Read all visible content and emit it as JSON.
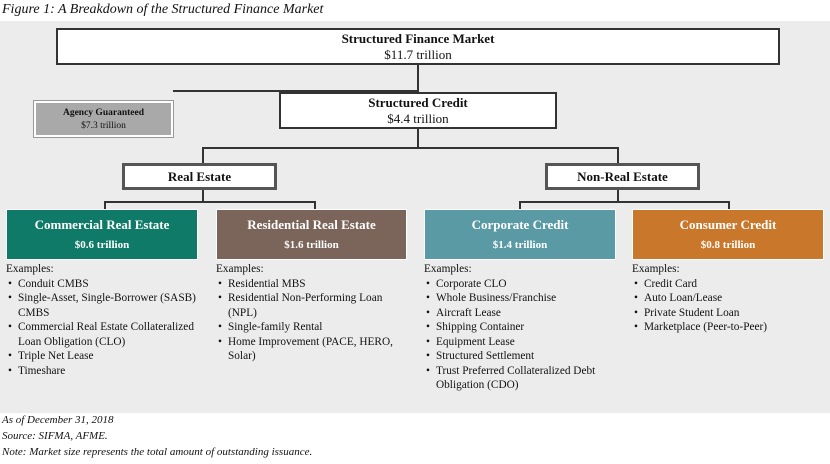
{
  "figure_title": "Figure 1: A Breakdown of the Structured Finance Market",
  "top": {
    "title": "Structured Finance Market",
    "value": "$11.7 trillion"
  },
  "agency": {
    "title": "Agency Guaranteed",
    "value": "$7.3 trillion"
  },
  "structured_credit": {
    "title": "Structured Credit",
    "value": "$4.4 trillion"
  },
  "categories": {
    "real_estate": "Real Estate",
    "non_real_estate": "Non-Real Estate"
  },
  "segments": [
    {
      "title": "Commercial Real Estate",
      "value": "$0.6 trillion",
      "color": "#0f7a67",
      "examples_label": "Examples:",
      "examples": [
        "Conduit CMBS",
        "Single-Asset, Single-Borrower (SASB) CMBS",
        "Commercial Real Estate Collateralized Loan Obligation (CLO)",
        "Triple Net Lease",
        "Timeshare"
      ]
    },
    {
      "title": "Residential Real Estate",
      "value": "$1.6 trillion",
      "color": "#7b6459",
      "examples_label": "Examples:",
      "examples": [
        "Residential MBS",
        "Residential Non-Performing Loan (NPL)",
        "Single-family Rental",
        "Home Improvement (PACE, HERO, Solar)"
      ]
    },
    {
      "title": "Corporate Credit",
      "value": "$1.4 trillion",
      "color": "#5a9aa4",
      "examples_label": "Examples:",
      "examples": [
        "Corporate CLO",
        "Whole Business/Franchise",
        "Aircraft Lease",
        "Shipping Container",
        "Equipment Lease",
        "Structured Settlement",
        "Trust Preferred Collateralized Debt Obligation (CDO)"
      ]
    },
    {
      "title": "Consumer Credit",
      "value": "$0.8 trillion",
      "color": "#c9772b",
      "examples_label": "Examples:",
      "examples": [
        "Credit Card",
        "Auto Loan/Lease",
        "Private Student Loan",
        "Marketplace (Peer-to-Peer)"
      ]
    }
  ],
  "notes": [
    "As of December 31, 2018",
    "Source: SIFMA, AFME.",
    "Note: Market size represents the total amount of outstanding issuance."
  ]
}
